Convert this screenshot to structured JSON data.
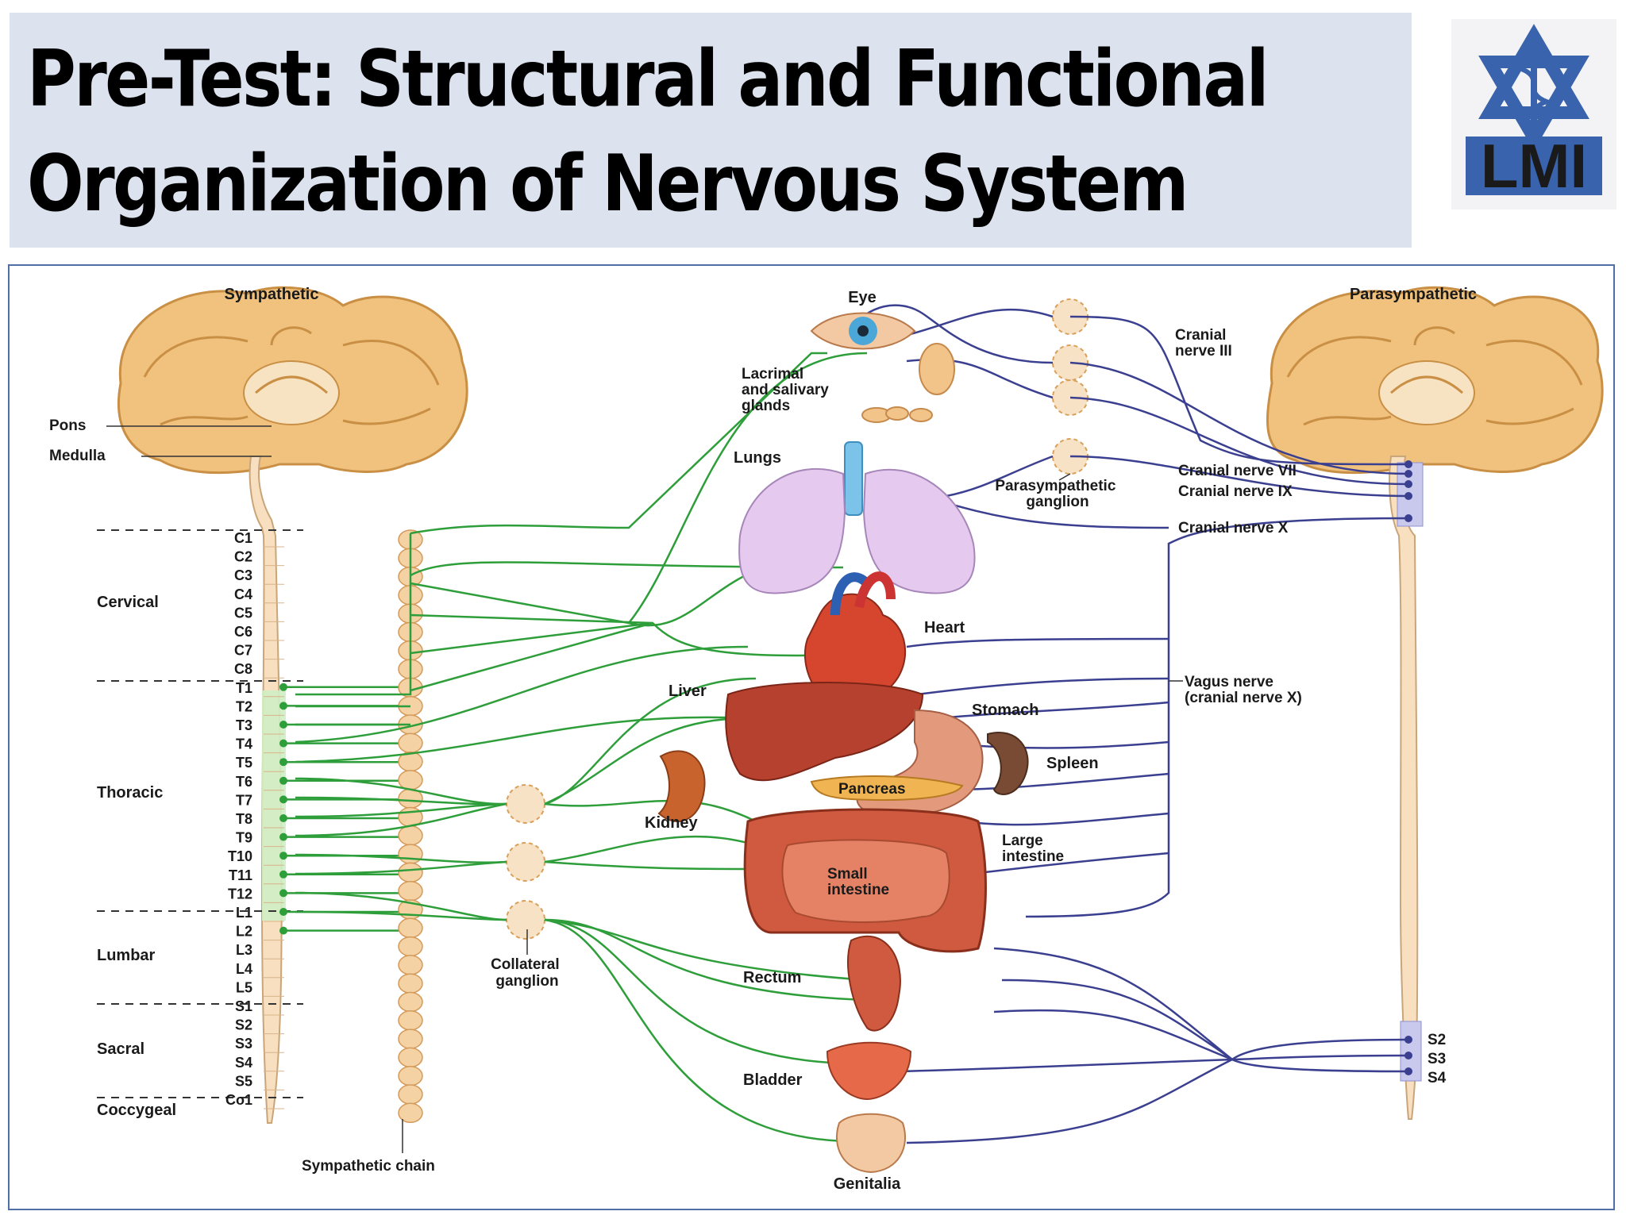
{
  "title": {
    "line1": "Pre-Test: Structural and Functional",
    "line2": "Organization of Nervous System"
  },
  "logo": {
    "icon": "star-caduceus-logo",
    "text": "LMI",
    "color": "#3a63ad"
  },
  "diagram": {
    "sympathetic_label": "Sympathetic",
    "parasympathetic_label": "Parasympathetic",
    "brainstem": {
      "pons": "Pons",
      "medulla": "Medulla"
    },
    "regions": {
      "cervical": "Cervical",
      "thoracic": "Thoracic",
      "lumbar": "Lumbar",
      "sacral": "Sacral",
      "coccygeal": "Coccygeal"
    },
    "segments": [
      "C1",
      "C2",
      "C3",
      "C4",
      "C5",
      "C6",
      "C7",
      "C8",
      "T1",
      "T2",
      "T3",
      "T4",
      "T5",
      "T6",
      "T7",
      "T8",
      "T9",
      "T10",
      "T11",
      "T12",
      "L1",
      "L2",
      "L3",
      "L4",
      "L5",
      "S1",
      "S2",
      "S3",
      "S4",
      "S5",
      "Co1"
    ],
    "sympathetic_chain": "Sympathetic chain",
    "collateral_ganglion": [
      "Collateral",
      "ganglion"
    ],
    "organs": {
      "eye": "Eye",
      "glands": [
        "Lacrimal",
        "and salivary",
        "glands"
      ],
      "lungs": "Lungs",
      "heart": "Heart",
      "liver": "Liver",
      "stomach": "Stomach",
      "spleen": "Spleen",
      "pancreas": "Pancreas",
      "kidney": "Kidney",
      "large_intestine": [
        "Large",
        "intestine"
      ],
      "small_intestine": [
        "Small",
        "intestine"
      ],
      "rectum": "Rectum",
      "bladder": "Bladder",
      "genitalia": "Genitalia"
    },
    "nerves": {
      "cn3": [
        "Cranial",
        "nerve III"
      ],
      "cn7": "Cranial nerve VII",
      "cn9": "Cranial nerve IX",
      "cn10": "Cranial nerve X",
      "vagus": [
        "Vagus nerve",
        "(cranial nerve X)"
      ],
      "para_ganglion": [
        "Parasympathetic",
        "ganglion"
      ]
    },
    "sacral_outflow": [
      "S2",
      "S3",
      "S4"
    ],
    "colors": {
      "sympathetic": "#2e9e3a",
      "parasympathetic": "#3b3f8f",
      "cord": "#f7dfc0",
      "brain": "#f0c27e",
      "thoracolumbar_highlight": "#cfeec4",
      "parasympathetic_highlight": "#c9c9ee"
    }
  }
}
